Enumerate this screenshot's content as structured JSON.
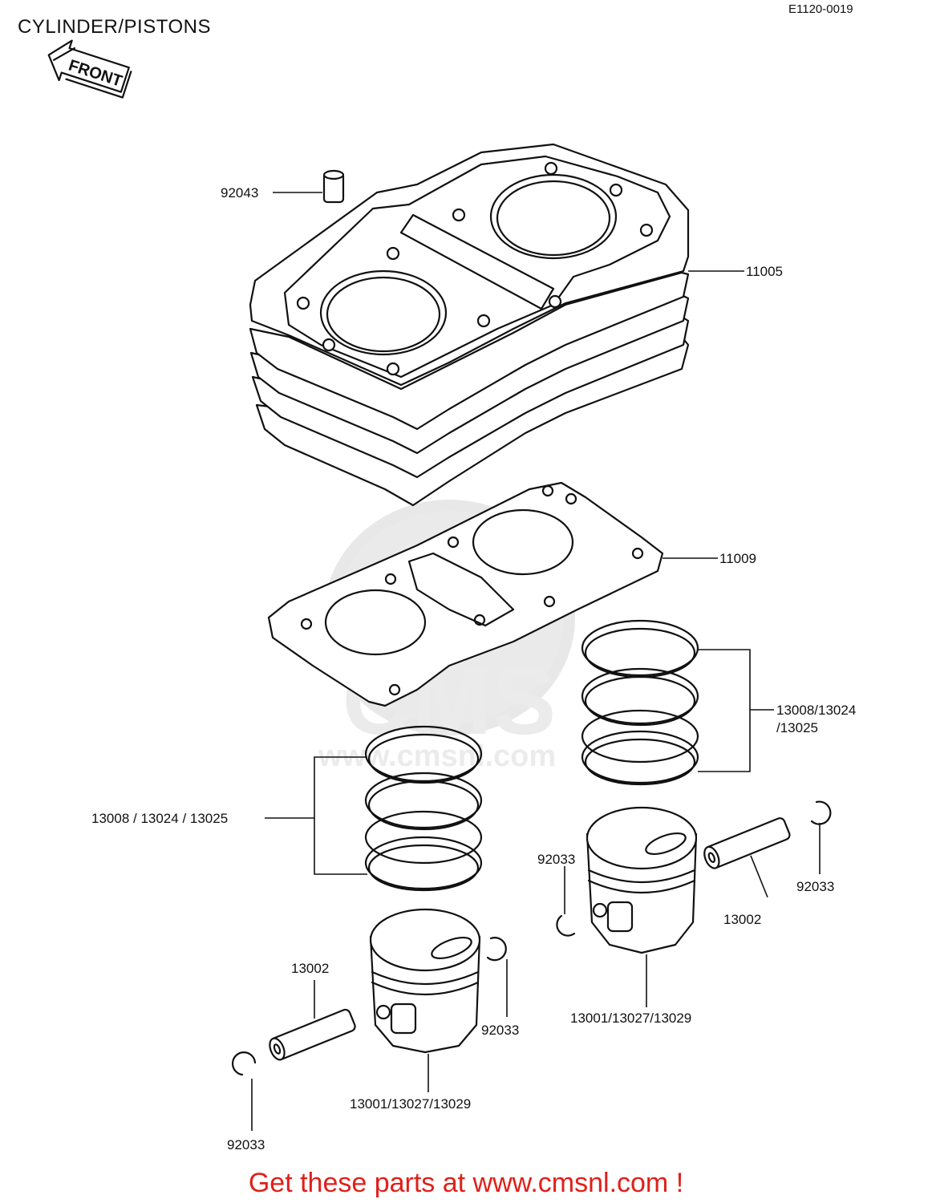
{
  "header": {
    "title": "CYLINDER/PISTONS",
    "diagram_code": "E1120-0019",
    "front_marker": "FRONT"
  },
  "parts": {
    "p92043": "92043",
    "p11005": "11005",
    "p11009": "11009",
    "rings_right_line1": "13008/13024",
    "rings_right_line2": "/13025",
    "rings_left": "13008 / 13024 / 13025",
    "clip_right_left": "92033",
    "clip_right_right": "92033",
    "pin_right": "13002",
    "piston_right": "13001/13027/13029",
    "pin_left": "13002",
    "clip_left_right": "92033",
    "clip_left_bottom": "92033",
    "piston_left": "13001/13027/13029"
  },
  "watermark": "CMS www.cmsnl.com",
  "footer": {
    "text": "Get these parts at www.cmsnl.com !"
  }
}
